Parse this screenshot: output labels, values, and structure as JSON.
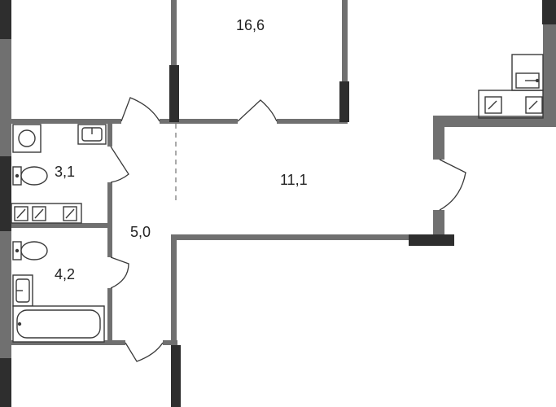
{
  "floor_plan": {
    "rooms": [
      {
        "id": "room-16-6",
        "area": "16,6"
      },
      {
        "id": "room-11-1",
        "area": "11,1"
      },
      {
        "id": "room-3-1",
        "area": "3,1"
      },
      {
        "id": "room-5-0",
        "area": "5,0"
      },
      {
        "id": "room-4-2",
        "area": "4,2"
      }
    ]
  },
  "colors": {
    "wall": "#707070",
    "wall_dark": "#2e2e2e",
    "fixture_stroke": "#3a3a3a",
    "background": "#ffffff"
  },
  "icons": [
    "washing-machine-icon",
    "sink-icon",
    "toilet-icon",
    "bathtub-icon",
    "door-icon"
  ]
}
